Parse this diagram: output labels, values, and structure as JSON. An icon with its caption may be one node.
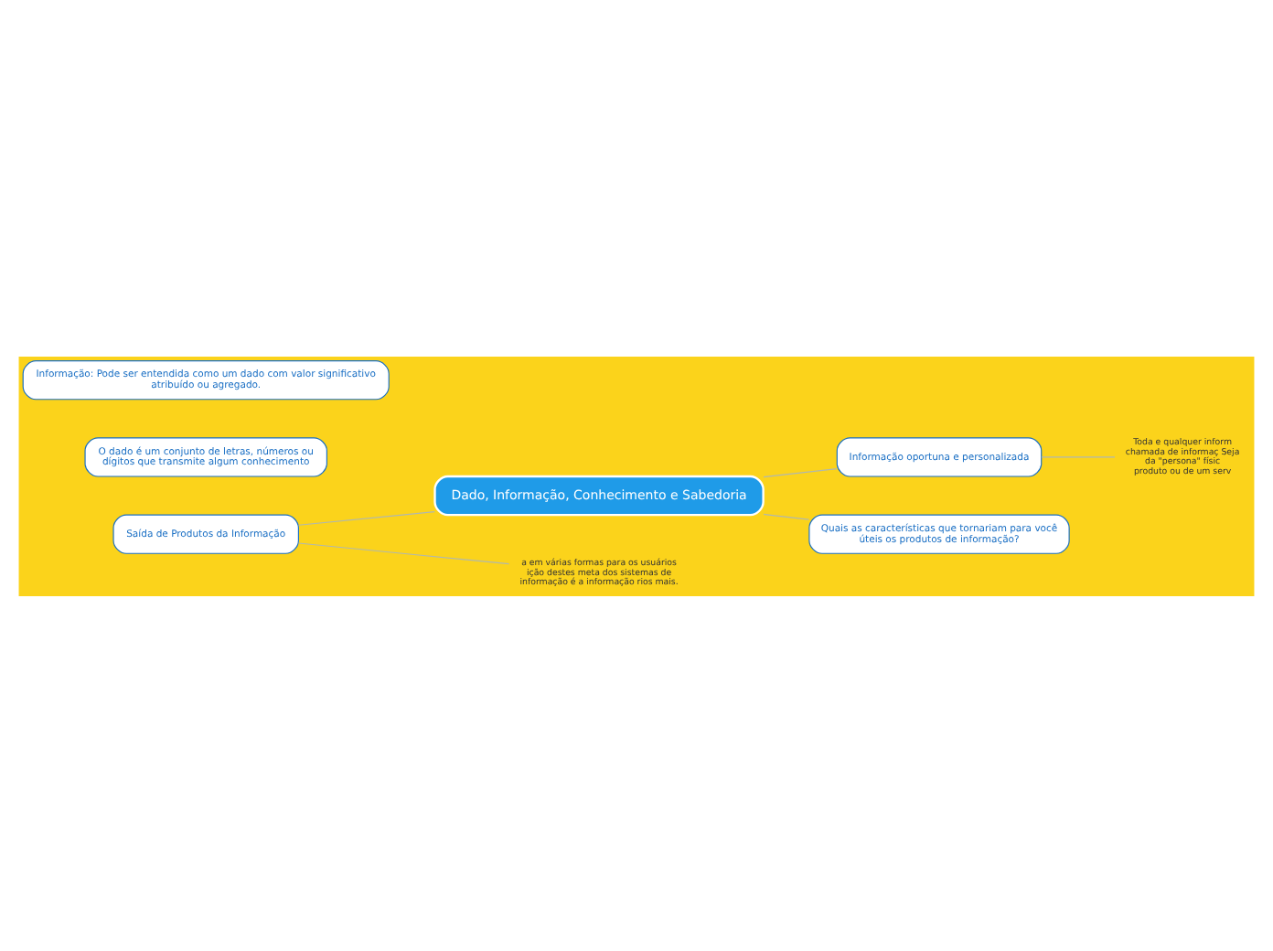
{
  "diagram": {
    "nodes": [
      {
        "text": [
          "Dado, Informação, Conhecimento e Sabedoria"
        ]
      },
      {
        "text": [
          "Informação oportuna e personalizada"
        ]
      },
      {
        "text": [
          "Toda e qualquer inform chamada de informaç Seja da \"persona\" físic produto ou de um serv"
        ]
      },
      {
        "text": [
          "O dado é um conjunto de letras, números ou dígitos que transmite algum conhecimento"
        ]
      },
      {
        "text": [
          "Quais as características que tornariam para você úteis os produtos de informação?"
        ]
      },
      {
        "text": [
          "Saída de Produtos da Informação"
        ]
      },
      {
        "text": [
          "a em várias formas para os usuários ição destes meta dos sistemas de informação é a informação rios mais."
        ]
      },
      {
        "text": [
          "Informação: Pode ser entendida como um dado com valor significativo atribuído ou agregado."
        ]
      }
    ],
    "edges": [
      {
        "from": 0,
        "to": 1,
        "arrow": "none"
      },
      {
        "from": 1,
        "to": 2,
        "arrow": "none"
      },
      {
        "from": 0,
        "to": 4,
        "arrow": "none"
      },
      {
        "from": 0,
        "to": 5,
        "arrow": "none"
      },
      {
        "from": 5,
        "to": 6,
        "arrow": "none"
      }
    ]
  }
}
